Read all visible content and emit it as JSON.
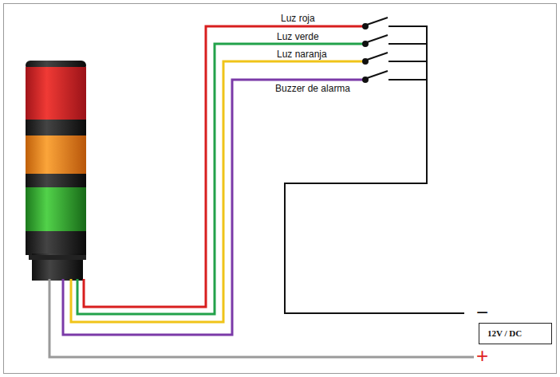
{
  "diagram": {
    "nodes": [
      {
        "text": [
          "12V / DC"
        ]
      }
    ],
    "labels": [
      "Luz roja",
      "Luz verde",
      "Luz naranja",
      "Buzzer de alarma",
      "−",
      "+"
    ]
  }
}
